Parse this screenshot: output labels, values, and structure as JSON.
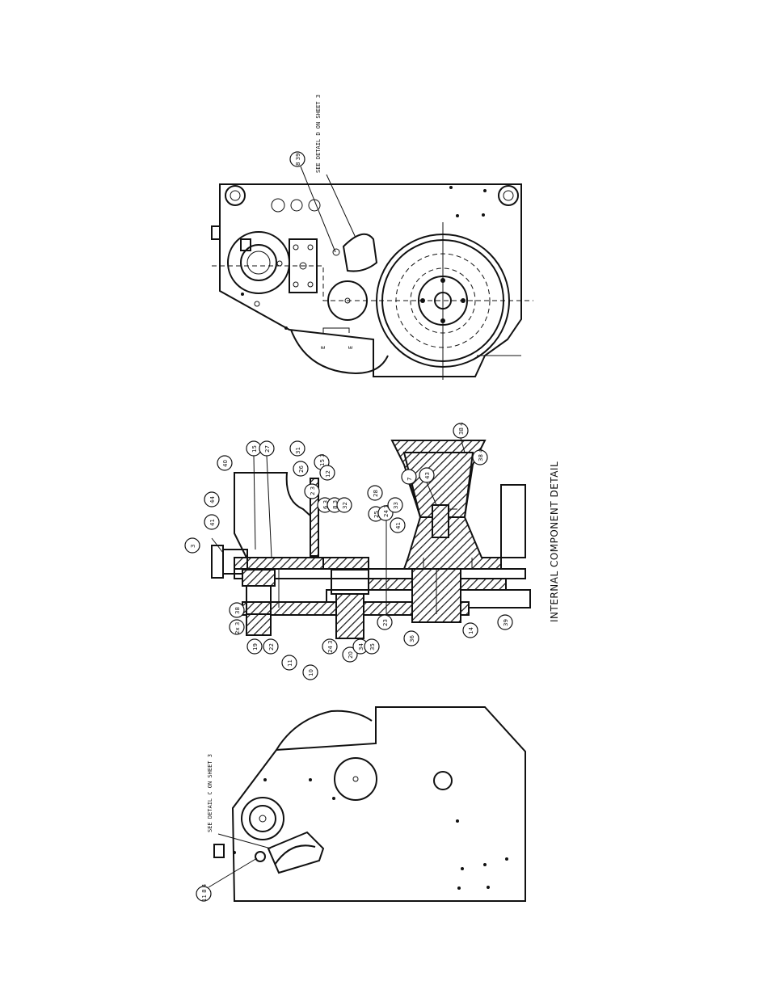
{
  "title": "INTERNAL COMPONENT DETAIL",
  "notes": {
    "detail_d": "SEE DETAIL D ON SHEET 3",
    "detail_c": "SEE DETAIL C ON SHEET 3",
    "section_marker": "E"
  },
  "callouts": {
    "top_view": [
      "8 39"
    ],
    "left_column": [
      "2x 3",
      "38",
      "19",
      "22",
      "11",
      "10",
      "24 3",
      "20",
      "34",
      "35",
      "23",
      "36",
      "14",
      "39"
    ],
    "right_column": [
      "3",
      "41",
      "44",
      "40",
      "15",
      "27",
      "31",
      "26",
      "15 3",
      "12",
      "2 3",
      "6 3",
      "8 3",
      "32",
      "28",
      "25",
      "24 3",
      "33",
      "41",
      "7",
      "43",
      "38 4"
    ],
    "bottom_view": [
      "11 8 4"
    ]
  }
}
